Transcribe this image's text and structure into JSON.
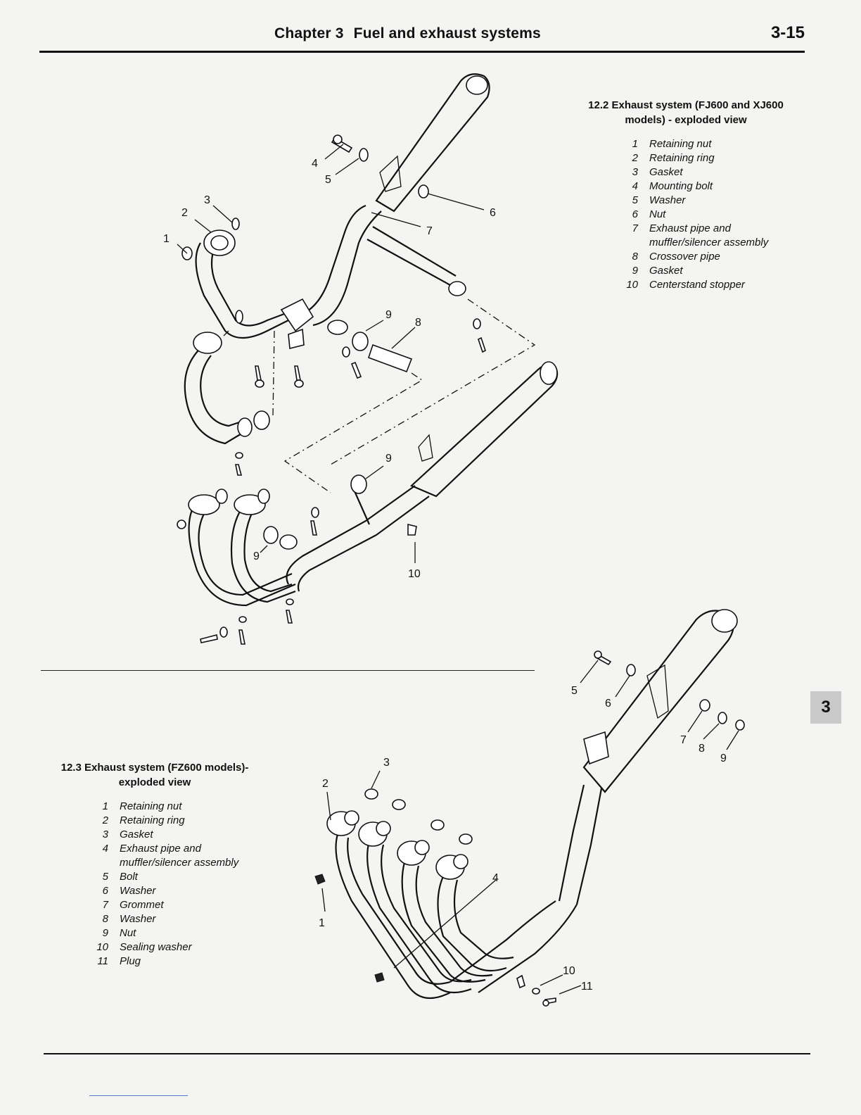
{
  "header": {
    "chapter_label": "Chapter 3",
    "chapter_title": "Fuel and exhaust systems",
    "page_number": "3-15"
  },
  "chapter_tab": "3",
  "figure_a": {
    "caption_title": "12.2 Exhaust system (FJ600 and XJ600 models) - exploded view",
    "legend": [
      {
        "num": "1",
        "text": "Retaining nut"
      },
      {
        "num": "2",
        "text": "Retaining ring"
      },
      {
        "num": "3",
        "text": "Gasket"
      },
      {
        "num": "4",
        "text": "Mounting bolt"
      },
      {
        "num": "5",
        "text": "Washer"
      },
      {
        "num": "6",
        "text": "Nut"
      },
      {
        "num": "7",
        "text": "Exhaust pipe and muffler/silencer assembly"
      },
      {
        "num": "8",
        "text": "Crossover pipe"
      },
      {
        "num": "9",
        "text": "Gasket"
      },
      {
        "num": "10",
        "text": "Centerstand stopper"
      }
    ],
    "callouts": [
      "1",
      "2",
      "3",
      "4",
      "5",
      "6",
      "7",
      "8",
      "9",
      "9",
      "9",
      "10"
    ]
  },
  "figure_b": {
    "caption_title": "12.3 Exhaust system (FZ600 models)- exploded view",
    "legend": [
      {
        "num": "1",
        "text": "Retaining nut"
      },
      {
        "num": "2",
        "text": "Retaining ring"
      },
      {
        "num": "3",
        "text": "Gasket"
      },
      {
        "num": "4",
        "text": "Exhaust pipe and muffler/silencer assembly"
      },
      {
        "num": "5",
        "text": "Bolt"
      },
      {
        "num": "6",
        "text": "Washer"
      },
      {
        "num": "7",
        "text": "Grommet"
      },
      {
        "num": "8",
        "text": "Washer"
      },
      {
        "num": "9",
        "text": "Nut"
      },
      {
        "num": "10",
        "text": "Sealing washer"
      },
      {
        "num": "11",
        "text": "Plug"
      }
    ],
    "callouts": [
      "1",
      "2",
      "3",
      "4",
      "5",
      "6",
      "7",
      "8",
      "9",
      "10",
      "11"
    ]
  }
}
